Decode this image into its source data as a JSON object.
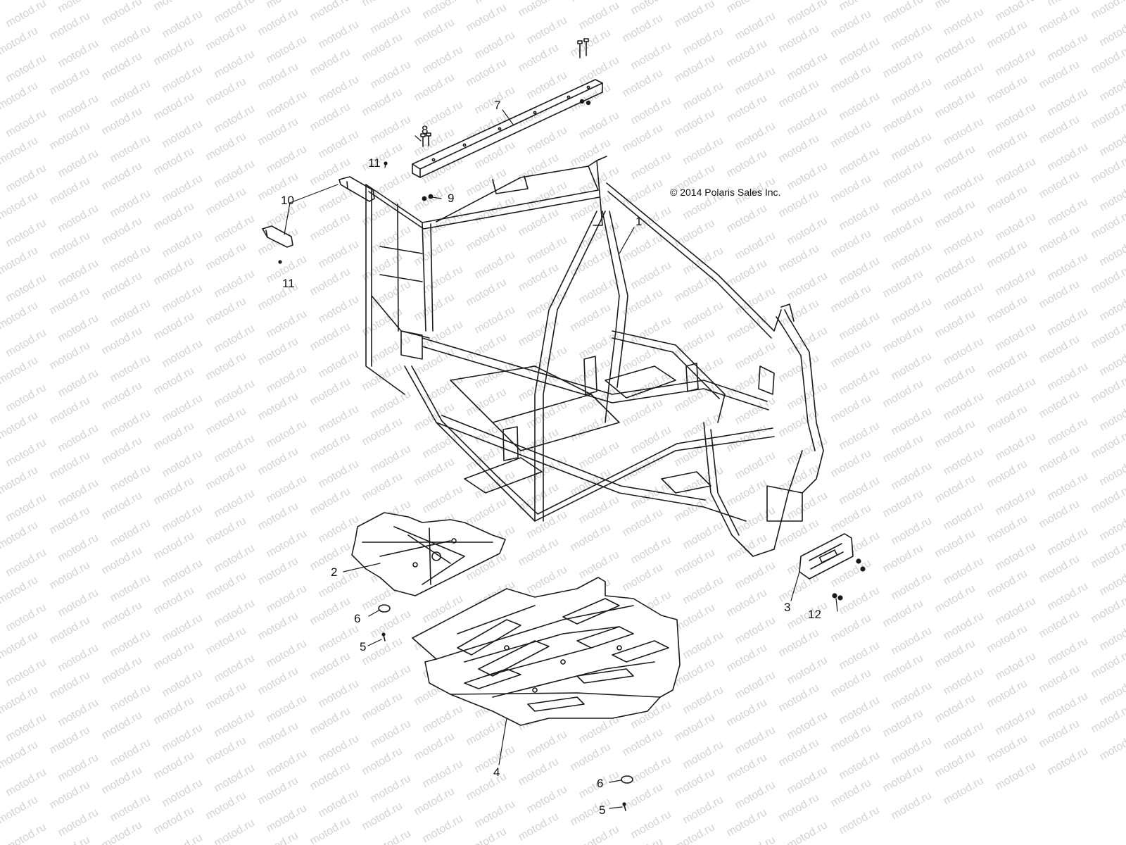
{
  "copyright": "© 2014 Polaris Sales Inc.",
  "watermark": "motod.ru",
  "colors": {
    "line": "#1a1a1a",
    "watermark": "#d2d2d2",
    "background": "#ffffff"
  },
  "callouts": [
    {
      "id": "1",
      "label": "1"
    },
    {
      "id": "2",
      "label": "2"
    },
    {
      "id": "3",
      "label": "3"
    },
    {
      "id": "4",
      "label": "4"
    },
    {
      "id": "5a",
      "label": "5"
    },
    {
      "id": "5b",
      "label": "5"
    },
    {
      "id": "6a",
      "label": "6"
    },
    {
      "id": "6b",
      "label": "6"
    },
    {
      "id": "7",
      "label": "7"
    },
    {
      "id": "8",
      "label": "8"
    },
    {
      "id": "9",
      "label": "9"
    },
    {
      "id": "10",
      "label": "10"
    },
    {
      "id": "11a",
      "label": "11"
    },
    {
      "id": "11b",
      "label": "11"
    },
    {
      "id": "12",
      "label": "12"
    }
  ]
}
